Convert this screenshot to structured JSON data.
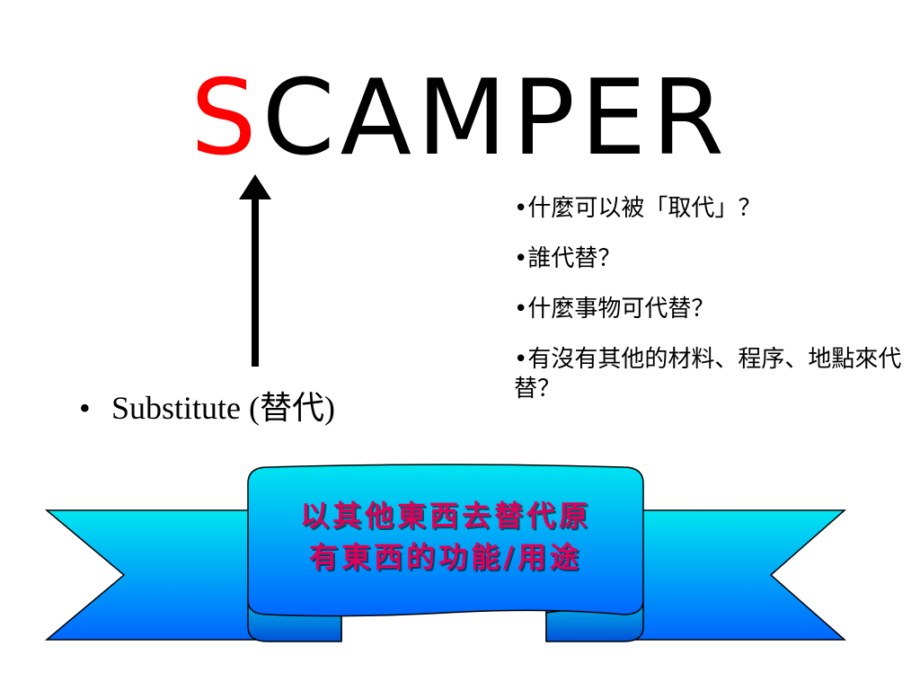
{
  "title": {
    "first_letter": "S",
    "rest": "CAMPER",
    "first_letter_color": "#ff0000",
    "rest_color": "#000000"
  },
  "main_bullet": {
    "marker": "•",
    "text": "Substitute (替代)"
  },
  "questions": [
    "•什麼可以被「取代」？",
    "•誰代替？",
    "•什麼事物可代替？",
    "•有沒有其他的材料、程序、地點來代替？"
  ],
  "banner": {
    "line1": "以其他東西去替代原",
    "line2": "有東西的功能/用途",
    "text_color": "#e0005a",
    "fill_top": "#00e6f0",
    "fill_bottom": "#0066ff"
  },
  "icons": {
    "arrow": "up-arrow-icon"
  }
}
